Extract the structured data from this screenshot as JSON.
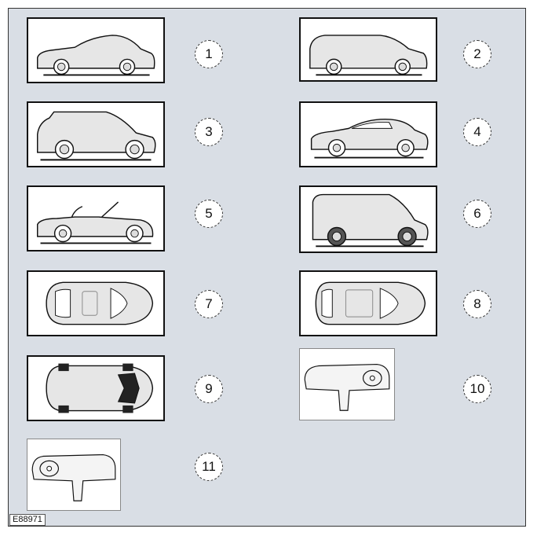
{
  "callouts": [
    "1",
    "2",
    "3",
    "4",
    "5",
    "6",
    "7",
    "8",
    "9",
    "10",
    "11"
  ],
  "figure_code": "E88971",
  "colors": {
    "background": "#d9dee5",
    "vehicle_fill": "#e6e6e6",
    "outline": "#111111"
  },
  "panels": [
    {
      "n": "1",
      "icon": "sedan-side-icon"
    },
    {
      "n": "2",
      "icon": "estate-side-icon"
    },
    {
      "n": "3",
      "icon": "hatchback-side-icon"
    },
    {
      "n": "4",
      "icon": "coupe-side-icon"
    },
    {
      "n": "5",
      "icon": "convertible-side-icon"
    },
    {
      "n": "6",
      "icon": "van-side-icon"
    },
    {
      "n": "7",
      "icon": "sedan-top-icon"
    },
    {
      "n": "8",
      "icon": "estate-top-icon"
    },
    {
      "n": "9",
      "icon": "chassis-top-icon"
    },
    {
      "n": "10",
      "icon": "dashboard-rhd-icon"
    },
    {
      "n": "11",
      "icon": "dashboard-lhd-icon"
    }
  ]
}
